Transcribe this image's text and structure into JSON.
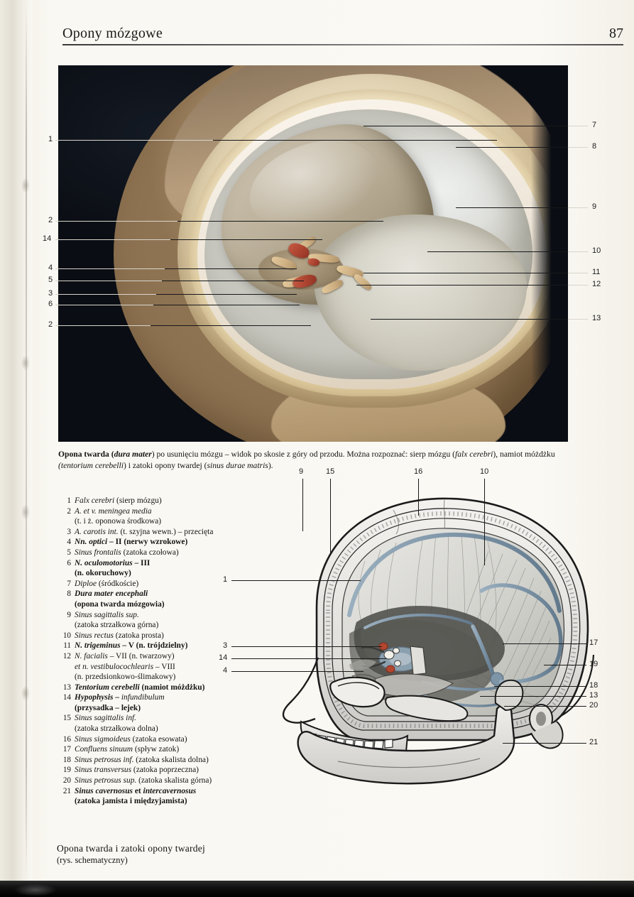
{
  "header": {
    "title": "Opony mózgowe",
    "page_number": "87"
  },
  "photo": {
    "caption_line1_a": "Opona twarda (",
    "caption_line1_it": "dura mater",
    "caption_line1_b": ") po usunięciu mózgu – widok po skosie z góry od przodu. Można rozpoznać: sierp mózgu (",
    "caption_line1_it2": "falx cerebri",
    "caption_line1_c": "), namiot móżdżku",
    "caption_line2_it": "(tentorium cerebelli",
    "caption_line2_a": ") i zatoki opony twardej (",
    "caption_line2_it2": "sinus durae matris",
    "caption_line2_b": ").",
    "labels_left": [
      "1",
      "2",
      "14",
      "4",
      "5",
      "3",
      "6",
      "2"
    ],
    "labels_right": [
      "7",
      "8",
      "9",
      "10",
      "11",
      "12",
      "13"
    ]
  },
  "legend": [
    {
      "num": "1",
      "lines": [
        {
          "parts": [
            {
              "t": "Falx cerebri",
              "s": "it"
            },
            {
              "t": " (sierp mózgu)",
              "s": ""
            }
          ]
        }
      ]
    },
    {
      "num": "2",
      "lines": [
        {
          "parts": [
            {
              "t": "A. et v. meningea media",
              "s": "it"
            }
          ]
        },
        {
          "parts": [
            {
              "t": "(t. i ż. oponowa środkowa)",
              "s": ""
            }
          ]
        }
      ]
    },
    {
      "num": "3",
      "lines": [
        {
          "parts": [
            {
              "t": "A. carotis int.",
              "s": "it"
            },
            {
              "t": " (t. szyjna wewn.) – przecięta",
              "s": ""
            }
          ]
        }
      ]
    },
    {
      "num": "4",
      "lines": [
        {
          "parts": [
            {
              "t": "Nn. optici",
              "s": "bd-it"
            },
            {
              "t": " – II ",
              "s": "bd"
            },
            {
              "t": "(nerwy wzrokowe)",
              "s": "bd"
            }
          ]
        }
      ]
    },
    {
      "num": "5",
      "lines": [
        {
          "parts": [
            {
              "t": "Sinus frontalis",
              "s": "it"
            },
            {
              "t": " (zatoka czołowa)",
              "s": ""
            }
          ]
        }
      ]
    },
    {
      "num": "6",
      "lines": [
        {
          "parts": [
            {
              "t": "N. oculomotorius",
              "s": "bd-it"
            },
            {
              "t": " – III",
              "s": "bd"
            }
          ]
        },
        {
          "parts": [
            {
              "t": "(n. okoruchowy)",
              "s": "bd"
            }
          ]
        }
      ]
    },
    {
      "num": "7",
      "lines": [
        {
          "parts": [
            {
              "t": "Diploe",
              "s": "it"
            },
            {
              "t": " (śródkoście)",
              "s": ""
            }
          ]
        }
      ]
    },
    {
      "num": "8",
      "lines": [
        {
          "parts": [
            {
              "t": "Dura mater encephali",
              "s": "bd-it"
            }
          ]
        },
        {
          "parts": [
            {
              "t": "(opona twarda mózgowia)",
              "s": "bd"
            }
          ]
        }
      ]
    },
    {
      "num": "9",
      "lines": [
        {
          "parts": [
            {
              "t": "Sinus sagittalis sup.",
              "s": "it"
            }
          ]
        },
        {
          "parts": [
            {
              "t": "(zatoka strzałkowa górna)",
              "s": ""
            }
          ]
        }
      ]
    },
    {
      "num": "10",
      "lines": [
        {
          "parts": [
            {
              "t": "Sinus rectus",
              "s": "it"
            },
            {
              "t": " (zatoka prosta)",
              "s": ""
            }
          ]
        }
      ]
    },
    {
      "num": "11",
      "lines": [
        {
          "parts": [
            {
              "t": "N. trigeminus",
              "s": "bd-it"
            },
            {
              "t": " – V (n. trójdzielny)",
              "s": "bd"
            }
          ]
        }
      ]
    },
    {
      "num": "12",
      "lines": [
        {
          "parts": [
            {
              "t": "N. facialis",
              "s": "it"
            },
            {
              "t": " – VII (n. twarzowy)",
              "s": ""
            }
          ]
        },
        {
          "parts": [
            {
              "t": "et n. vestibulocochlearis",
              "s": "it"
            },
            {
              "t": " – VIII",
              "s": ""
            }
          ]
        },
        {
          "parts": [
            {
              "t": "(n. przedsionkowo-ślimakowy)",
              "s": ""
            }
          ]
        }
      ]
    },
    {
      "num": "13",
      "lines": [
        {
          "parts": [
            {
              "t": "Tentorium cerebelli",
              "s": "bd-it"
            },
            {
              "t": " (namiot móżdżku)",
              "s": "bd"
            }
          ]
        }
      ]
    },
    {
      "num": "14",
      "lines": [
        {
          "parts": [
            {
              "t": "Hypophysis",
              "s": "bd-it"
            },
            {
              "t": " – ",
              "s": "bd"
            },
            {
              "t": "infundibulum",
              "s": "it"
            }
          ]
        },
        {
          "parts": [
            {
              "t": "(przysadka – lejek)",
              "s": "bd"
            }
          ]
        }
      ]
    },
    {
      "num": "15",
      "lines": [
        {
          "parts": [
            {
              "t": "Sinus sagittalis inf.",
              "s": "it"
            }
          ]
        },
        {
          "parts": [
            {
              "t": "(zatoka strzałkowa dolna)",
              "s": ""
            }
          ]
        }
      ]
    },
    {
      "num": "16",
      "lines": [
        {
          "parts": [
            {
              "t": "Sinus sigmoideus",
              "s": "it"
            },
            {
              "t": " (zatoka esowata)",
              "s": ""
            }
          ]
        }
      ]
    },
    {
      "num": "17",
      "lines": [
        {
          "parts": [
            {
              "t": "Confluens sinuum",
              "s": "it"
            },
            {
              "t": " (spływ zatok)",
              "s": ""
            }
          ]
        }
      ]
    },
    {
      "num": "18",
      "lines": [
        {
          "parts": [
            {
              "t": "Sinus petrosus inf.",
              "s": "it"
            },
            {
              "t": " (zatoka skalista dolna)",
              "s": ""
            }
          ]
        }
      ]
    },
    {
      "num": "19",
      "lines": [
        {
          "parts": [
            {
              "t": "Sinus transversus",
              "s": "it"
            },
            {
              "t": " (zatoka poprzeczna)",
              "s": ""
            }
          ]
        }
      ]
    },
    {
      "num": "20",
      "lines": [
        {
          "parts": [
            {
              "t": "Sinus petrosus sup.",
              "s": "it"
            },
            {
              "t": " (zatoka skalista górna)",
              "s": ""
            }
          ]
        }
      ]
    },
    {
      "num": "21",
      "lines": [
        {
          "parts": [
            {
              "t": "Sinus cavernosus",
              "s": "bd-it"
            },
            {
              "t": " et ",
              "s": "bd"
            },
            {
              "t": "intercavernosus",
              "s": "bd-it"
            }
          ]
        },
        {
          "parts": [
            {
              "t": "(zatoka jamista i międzyjamista)",
              "s": "bd"
            }
          ]
        }
      ]
    }
  ],
  "schematic": {
    "labels_top": [
      "9",
      "15",
      "16",
      "10"
    ],
    "labels_left": [
      "1",
      "3",
      "14",
      "4"
    ],
    "labels_right": [
      "17",
      "19",
      "18",
      "13",
      "20",
      "21"
    ],
    "caption_line1": "Opona twarda i zatoki opony twardej",
    "caption_line2": "(rys. schematyczny)"
  },
  "colors": {
    "paper": "#f7f4ed",
    "photo_background": "#0b0f16",
    "bone": "#ddcda9",
    "dura": "#d6d6cf",
    "sinus_blue": "#7e95a8",
    "artery_red": "#b2462f",
    "nerve_tan": "#d9bd90",
    "ink": "#141414"
  }
}
